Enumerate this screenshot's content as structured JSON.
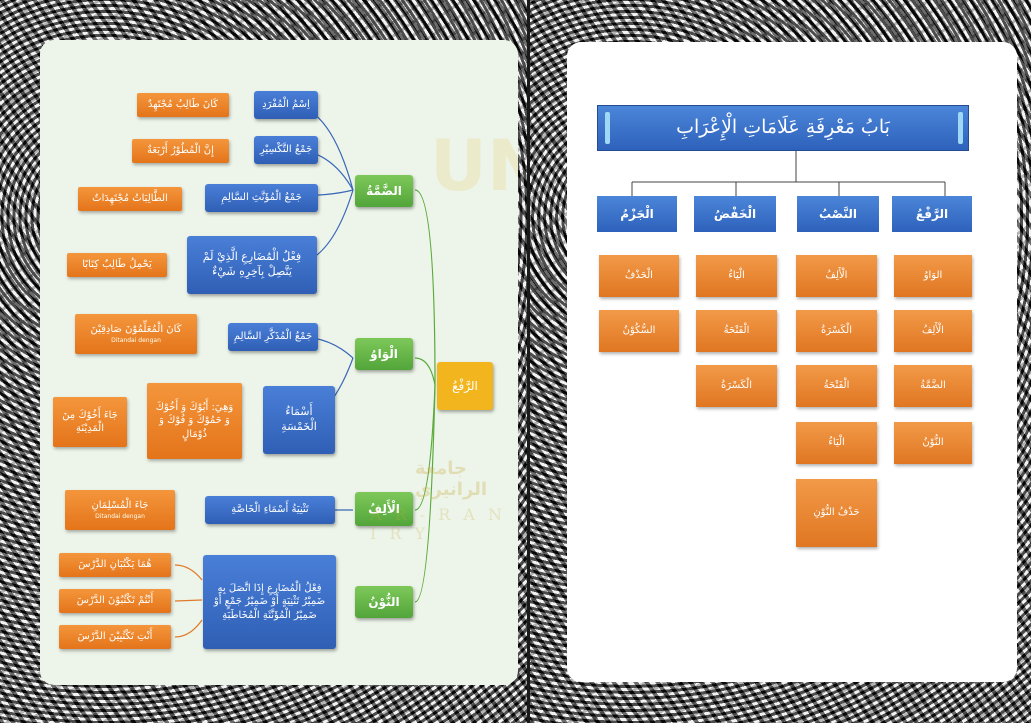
{
  "left_map": {
    "root": "الرَّفْعُ",
    "branches": [
      {
        "marker": "الضَّمَّةُ",
        "places": [
          {
            "place": "اِسْمُ الْمُفْرَدِ",
            "example": "كَانَ طَالِبُ مُجْتَهِدٌ"
          },
          {
            "place": "جَمْعُ التَّكْسِيْرِ",
            "example": "إِنَّ الْمُطُوْرُ أَرْبَعَةٌ"
          },
          {
            "place": "جَمْعُ الْمُؤَنَّثِ السَّالِمِ",
            "example": "الطَّالِبَاتُ مُجْتَهِدَاتٌ"
          },
          {
            "place": "فِعْلُ الْمُضَارِعِ الَّذِيْ لَمْ يَتَّصِلْ بِآخِرِهِ شَيْءٌ",
            "example": "يَحْمِلُ طَالِبٌ كِتَابًا"
          }
        ]
      },
      {
        "marker": "الْوَاوُ",
        "places": [
          {
            "place": "جَمْعُ الْمُذَكَّرِ السَّالِمِ",
            "example": "كَانَ الْمُعَلِّمُوْنَ صَادِقِيْنَ",
            "note": "Ditandai dengan"
          },
          {
            "place": "أَسْمَاءُ الْخَمْسَةِ",
            "list": "وَهِيَ: أَبُوْكَ وَ أَخُوْكَ وَ حَمُوْكَ وَ فُوْكَ وَ ذُوْمَالٍ",
            "example": "جَاءَ أَخُوْكَ مِنَ الْمَدِيْنَةِ"
          }
        ]
      },
      {
        "marker": "الْأَلِفُ",
        "places": [
          {
            "place": "تَثْنِيَةُ أَسْمَاءِ الْخَاصَّةِ",
            "example": "جَاءَ الْمُسْلِمَانِ",
            "note": "Ditandai dengan"
          }
        ]
      },
      {
        "marker": "النُّوْنُ",
        "places": [
          {
            "place": "فِعْلُ الْمُضَارِعِ إِذَا اتَّصَلَ بِهِ ضَمِيْرُ تَثْنِيَةٍ أَوْ ضَمِيْرُ جَمْعٍ أَوْ ضَمِيْرُ الْمُؤَنَّثَةِ الْمُخَاطَبَةِ",
            "examples": [
              "هُمَا يَكْتُبَانِ الدَّرْسَ",
              "أَنْتُمْ تَكْتُبُوْنَ الدَّرْسَ",
              "أَنْتِ تَكْتُبِيْنَ الدَّرْسَ"
            ]
          }
        ]
      }
    ]
  },
  "right_chart": {
    "title": "بَابُ مَعْرِفَةِ عَلَامَاتِ الْإِعْرَابِ",
    "categories": [
      {
        "name": "الرَّفْعُ",
        "items": [
          "الوَاوُ",
          "الْأَلِفُ",
          "الضَّمَّةُ",
          "النُّوْنُ"
        ]
      },
      {
        "name": "النَّصْبُ",
        "items": [
          "الْأَلِفُ",
          "الْكَسْرَةُ",
          "الْفَتْحَةُ",
          "الْيَاءُ",
          "حَذْفُ النُّوْنِ"
        ]
      },
      {
        "name": "الْخَفْضُ",
        "items": [
          "الْيَاءُ",
          "الْفَتْحَةُ",
          "الْكَسْرَةُ"
        ]
      },
      {
        "name": "الْجَزْمُ",
        "items": [
          "الْحَذْفُ",
          "السُّكُوْنُ"
        ]
      }
    ]
  },
  "watermark": {
    "text": "A R - R A N I R Y",
    "arabic": "جامعة الرانيري",
    "letters": "UN"
  }
}
